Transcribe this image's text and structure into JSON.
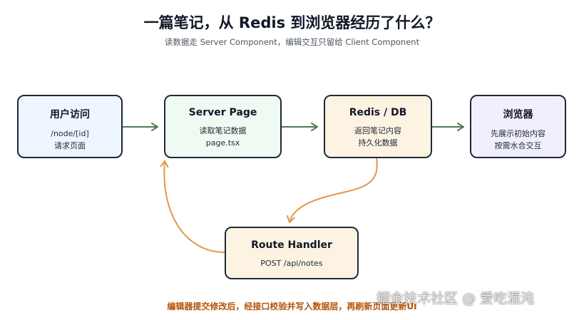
{
  "title": "一篇笔记，从 Redis 到浏览器经历了什么？",
  "subtitle": "读数据走 Server Component，编辑交互只留给 Client Component",
  "nodes": {
    "user": {
      "title": "用户访问",
      "lines": [
        "/node/[id]",
        "请求页面"
      ]
    },
    "server": {
      "title": "Server Page",
      "lines": [
        "读取笔记数据",
        "page.tsx"
      ]
    },
    "redis": {
      "title": "Redis / DB",
      "lines": [
        "返回笔记内容",
        "持久化数据"
      ]
    },
    "browser": {
      "title": "浏览器",
      "lines": [
        "先展示初始内容",
        "按需水合交互"
      ]
    },
    "route": {
      "title": "Route Handler",
      "lines": [
        "POST /api/notes"
      ]
    }
  },
  "colors": {
    "flow_arrow": "#4d7c57",
    "write_arrow": "#e09a45",
    "footer_text": "#b45309"
  },
  "footer": "编辑器提交修改后，经接口校验并写入数据层，再刷新页面更新UI",
  "watermark": "掘金技术社区 @ 爱吃混沌"
}
